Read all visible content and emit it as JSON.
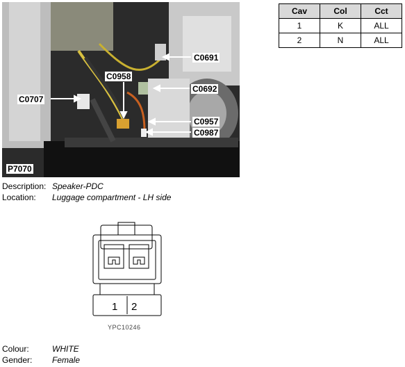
{
  "photo": {
    "id": "P7070",
    "callouts": [
      "C0691",
      "C0958",
      "C0692",
      "C0707",
      "C0957",
      "C0987"
    ]
  },
  "pin_table": {
    "headers": [
      "Cav",
      "Col",
      "Cct"
    ],
    "rows": [
      [
        "1",
        "K",
        "ALL"
      ],
      [
        "2",
        "N",
        "ALL"
      ]
    ]
  },
  "description": {
    "label": "Description:",
    "value": "Speaker-PDC"
  },
  "location": {
    "label": "Location:",
    "value": "Luggage compartment - LH side"
  },
  "connector": {
    "pin_labels": [
      "1",
      "2"
    ],
    "reference": "YPC10246"
  },
  "colour": {
    "label": "Colour:",
    "value": "WHITE"
  },
  "gender": {
    "label": "Gender:",
    "value": "Female"
  }
}
